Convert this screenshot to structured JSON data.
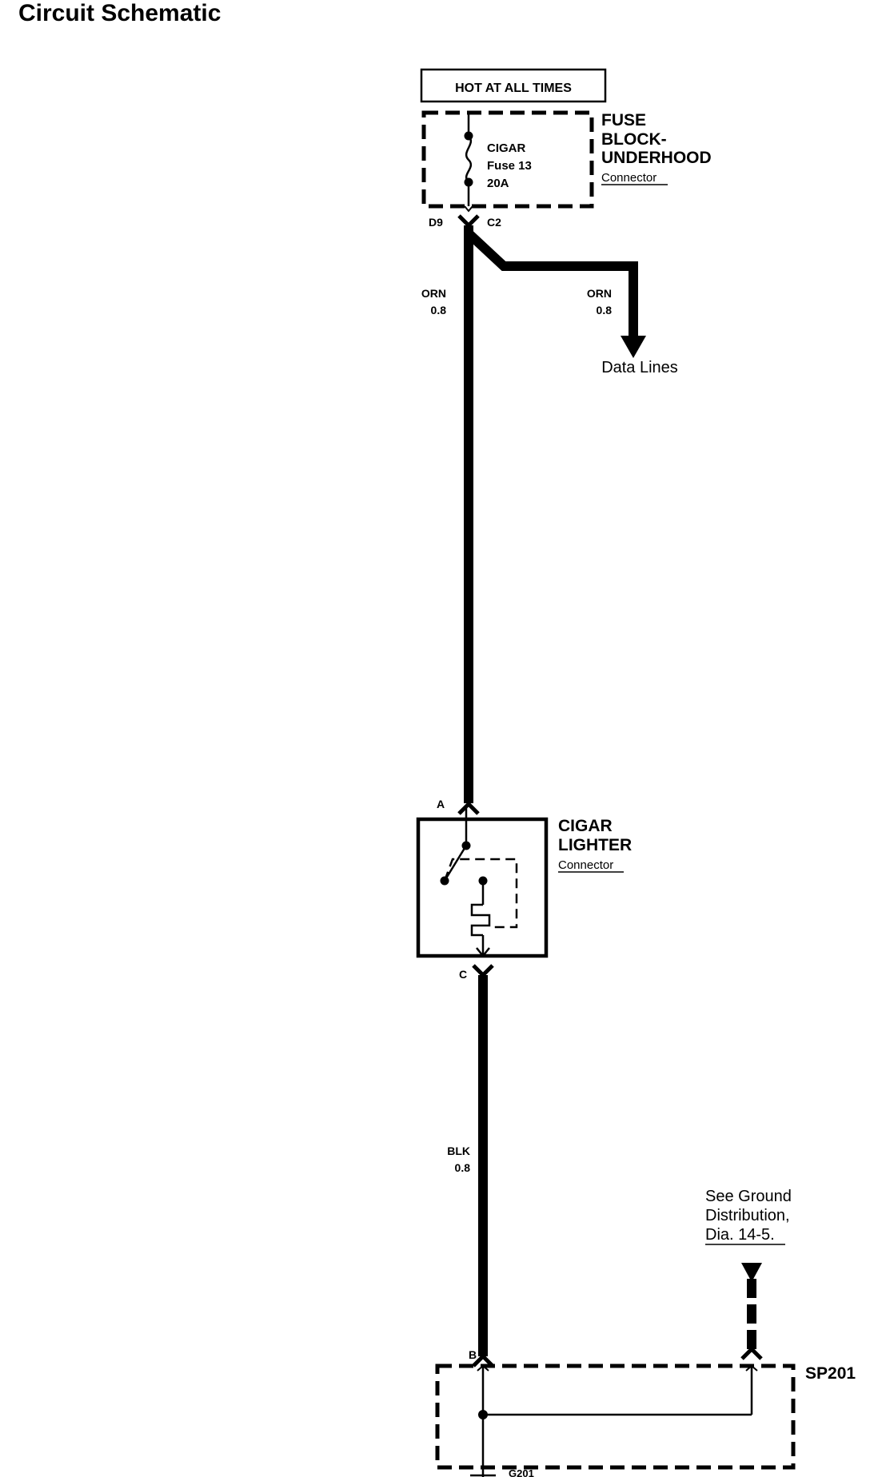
{
  "title": "Circuit Schematic",
  "power_label": "HOT AT ALL TIMES",
  "fuse_block": {
    "name_line1": "FUSE",
    "name_line2": "BLOCK-",
    "name_line3": "UNDERHOOD",
    "sub": "Connector",
    "fuse_name": "CIGAR",
    "fuse_number": "Fuse 13",
    "fuse_rating": "20A",
    "pin_left": "D9",
    "pin_right": "C2"
  },
  "wires": {
    "main_color": "ORN",
    "main_size": "0.8",
    "branch_color": "ORN",
    "branch_size": "0.8",
    "branch_dest": "Data Lines",
    "ground_color": "BLK",
    "ground_size": "0.8"
  },
  "lighter": {
    "name_line1": "CIGAR",
    "name_line2": "LIGHTER",
    "sub": "Connector",
    "pin_top": "A",
    "pin_bottom": "C"
  },
  "ground_ref": {
    "line1": "See Ground",
    "line2": "Distribution,",
    "line3": "Dia. 14-5."
  },
  "splice": {
    "name": "SP201",
    "pin": "B",
    "ground": "G201"
  }
}
